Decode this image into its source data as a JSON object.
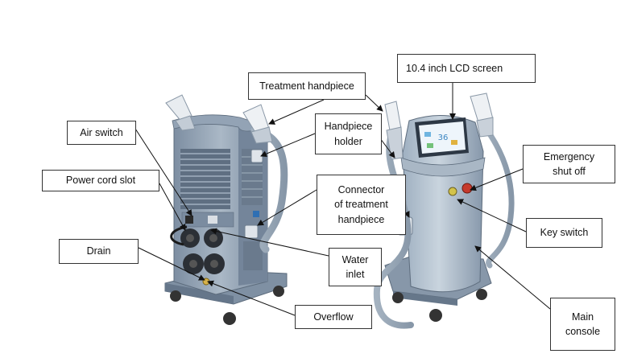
{
  "labels": {
    "treatment_handpiece": "Treatment handpiece",
    "lcd_screen": "10.4 inch LCD screen",
    "air_switch": "Air switch",
    "handpiece_holder": "Handpiece\nholder",
    "emergency_shut_off": "Emergency\nshut off",
    "power_cord_slot": "Power cord slot",
    "connector": "Connector\nof treatment\nhandpiece",
    "key_switch": "Key switch",
    "drain": "Drain",
    "water_inlet": "Water\ninlet",
    "main_console": "Main\nconsole",
    "overflow": "Overflow"
  },
  "screen_display": "36",
  "colors": {
    "body": "#8fa0b2",
    "body_dark": "#6f8094",
    "body_light": "#b9c6d3",
    "outline": "#333333",
    "arrow": "#111111"
  }
}
